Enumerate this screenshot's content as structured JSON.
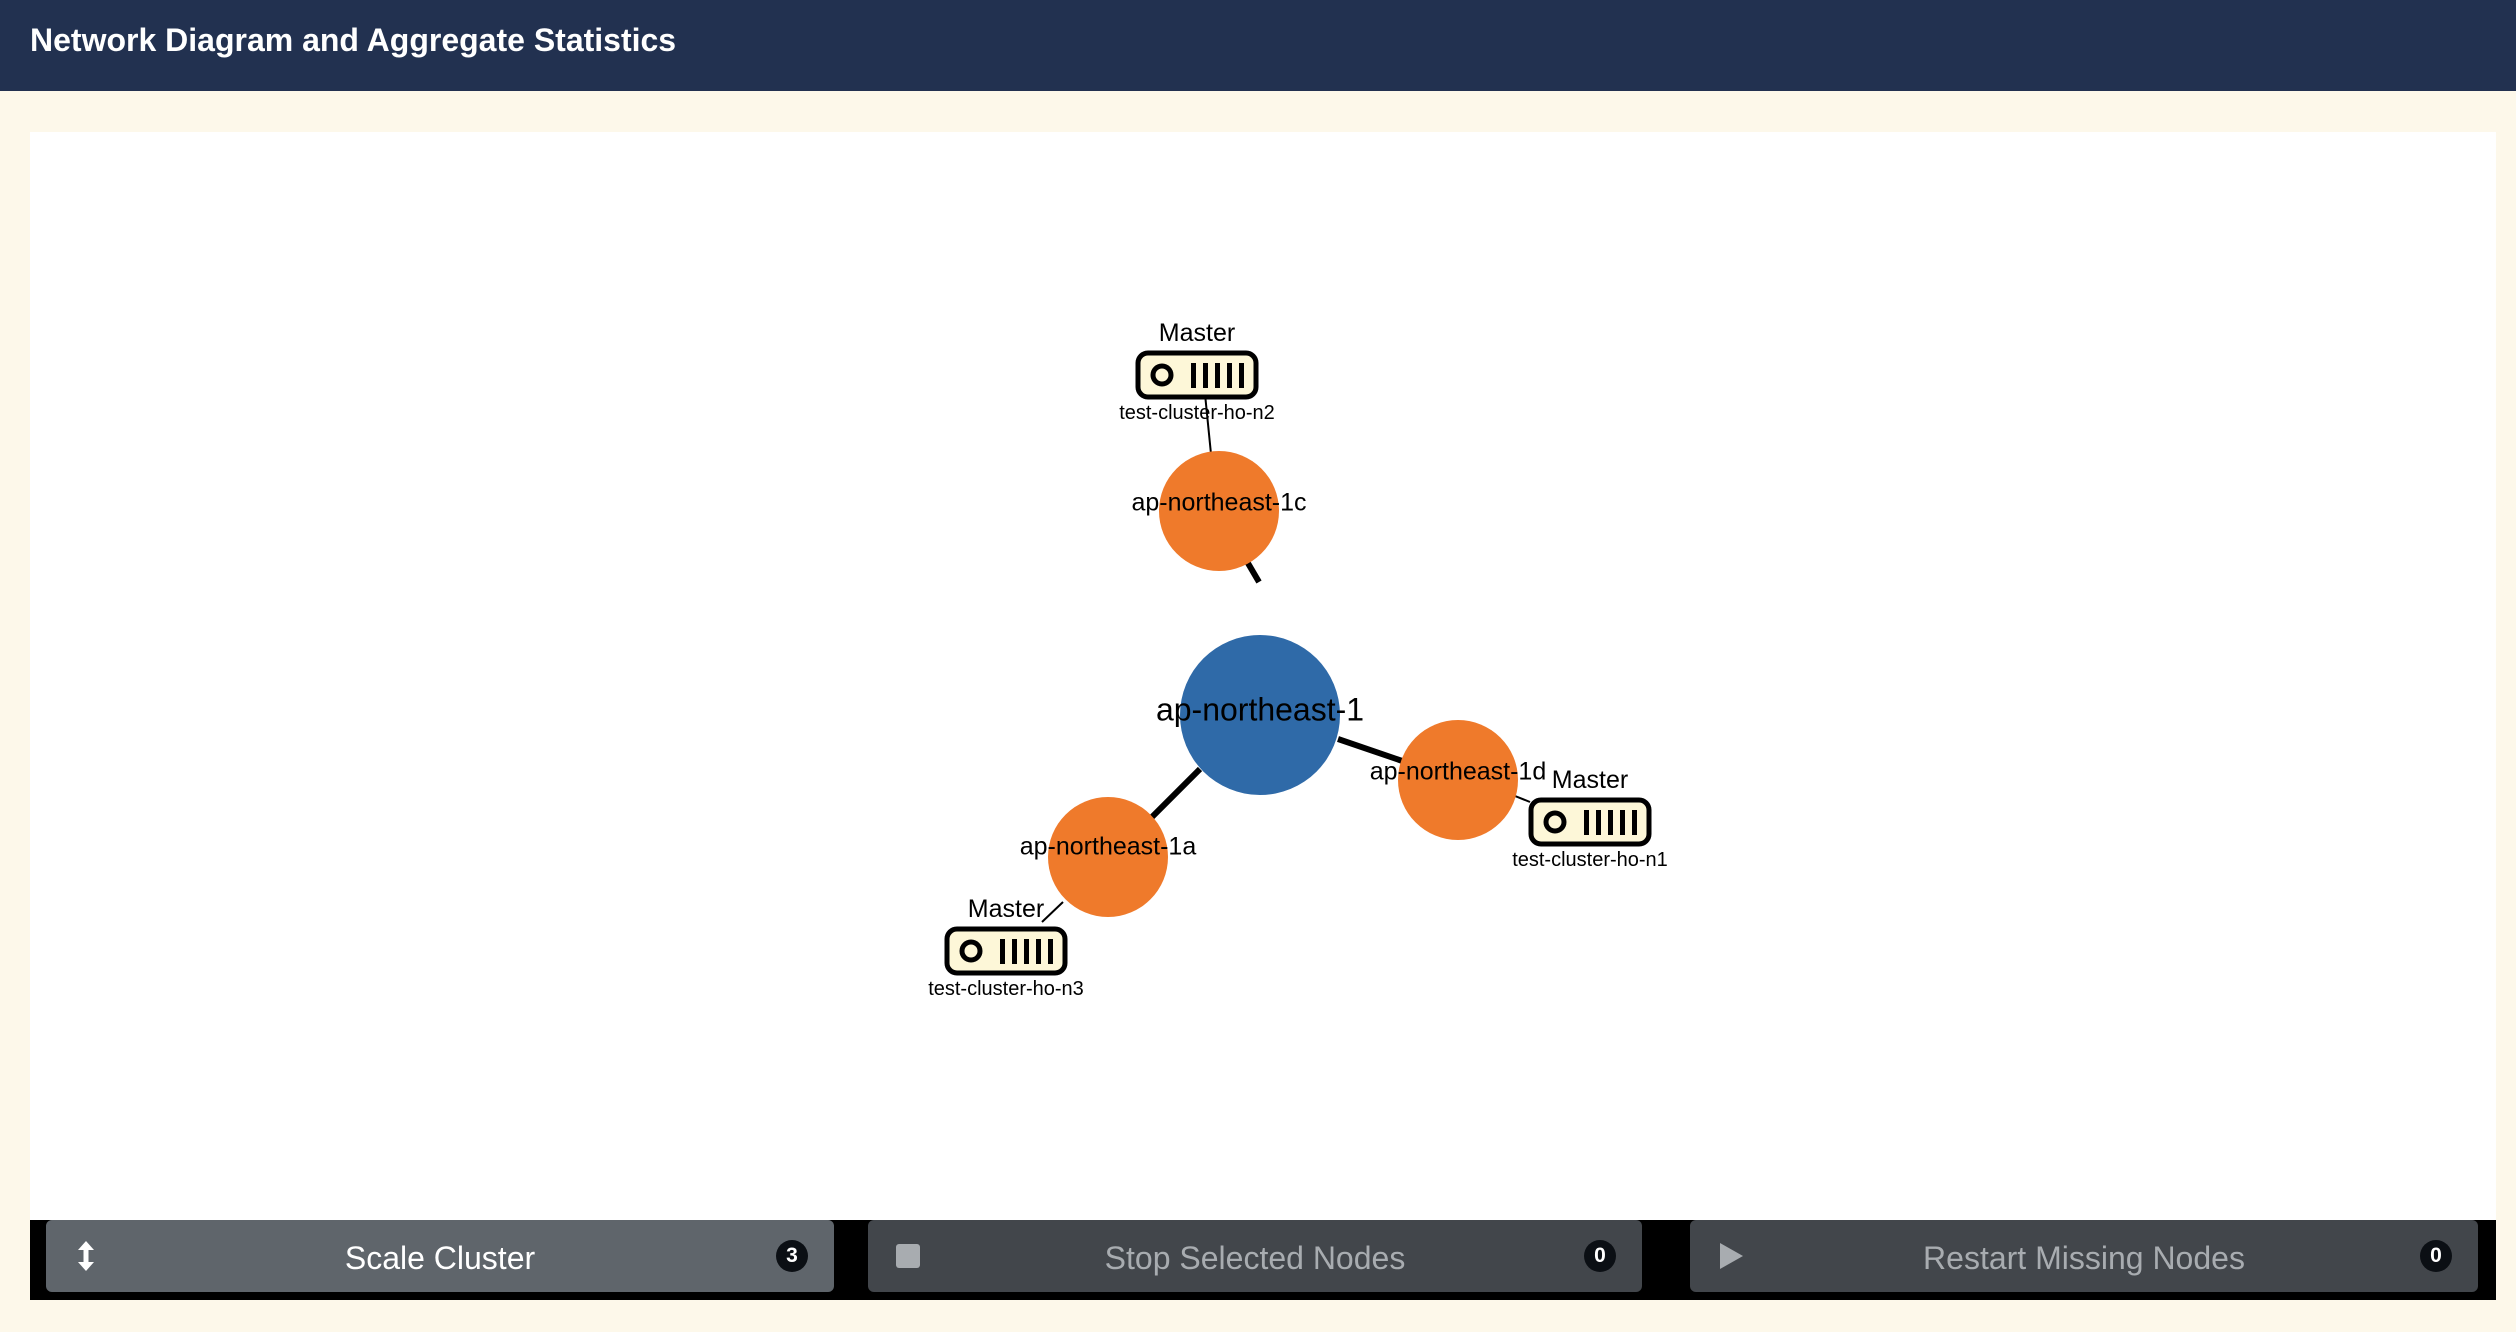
{
  "header": {
    "title": "Network Diagram and Aggregate Statistics"
  },
  "diagram": {
    "region": {
      "label": "ap-northeast-1",
      "color": "#2f6aa8"
    },
    "zones": [
      {
        "label": "ap-northeast-1c",
        "color": "#ef7a2b",
        "node": {
          "role": "Master",
          "name": "test-cluster-ho-n2"
        }
      },
      {
        "label": "ap-northeast-1d",
        "color": "#ef7a2b",
        "node": {
          "role": "Master",
          "name": "test-cluster-ho-n1"
        }
      },
      {
        "label": "ap-northeast-1a",
        "color": "#ef7a2b",
        "node": {
          "role": "Master",
          "name": "test-cluster-ho-n3"
        }
      }
    ]
  },
  "toolbar": {
    "scale_label": "Scale Cluster",
    "scale_count": "3",
    "stop_label": "Stop Selected Nodes",
    "stop_count": "0",
    "restart_label": "Restart Missing Nodes",
    "restart_count": "0"
  }
}
